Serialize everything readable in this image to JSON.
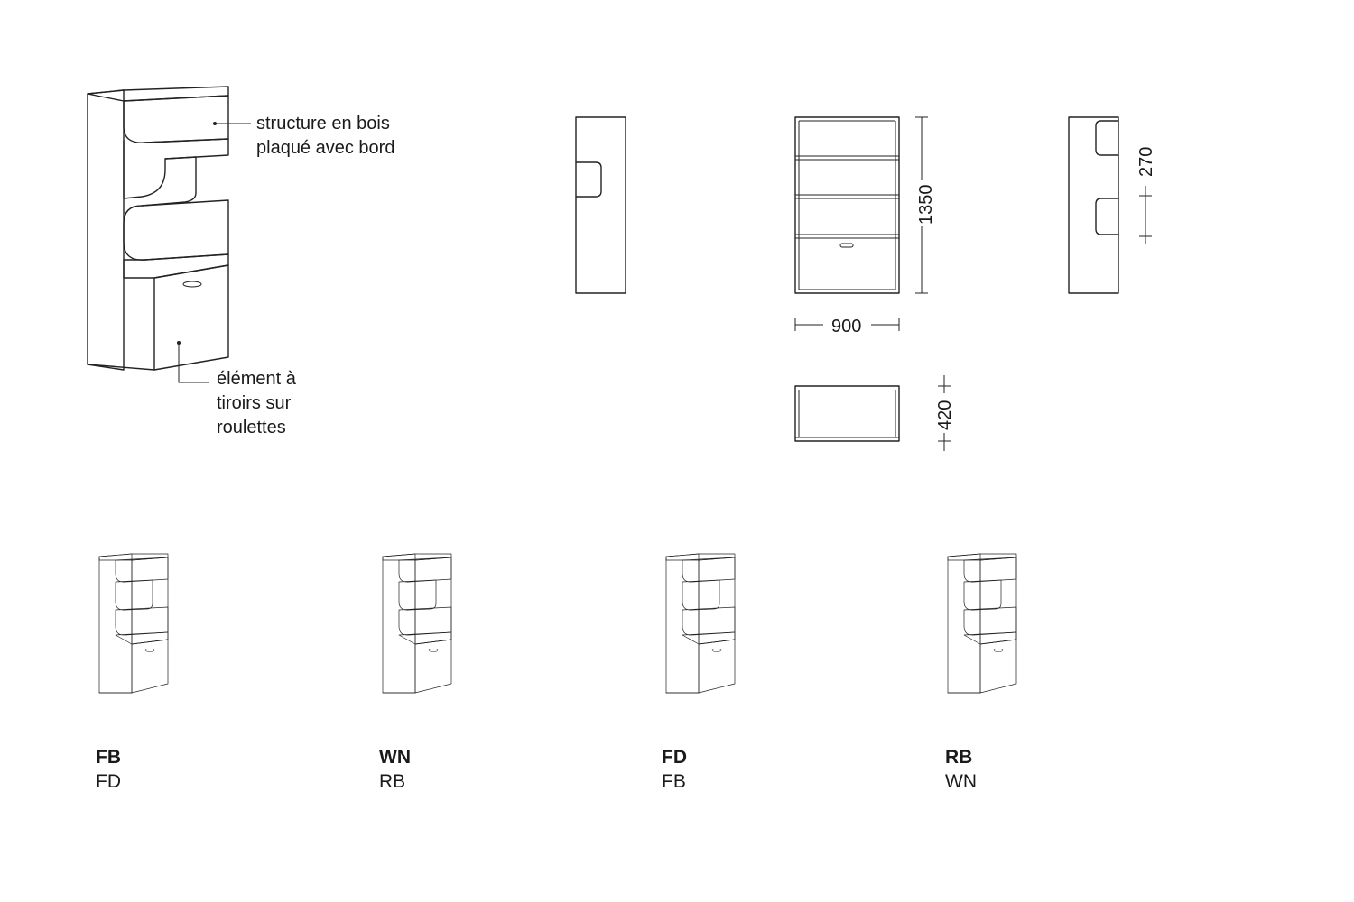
{
  "callouts": {
    "structure": [
      "structure en bois",
      "plaqué avec bord"
    ],
    "drawer": [
      "élément à",
      "tiroirs sur",
      "roulettes"
    ]
  },
  "dimensions": {
    "height": "1350",
    "width": "900",
    "depth": "420",
    "module": "270"
  },
  "variants": [
    {
      "code": "FB",
      "sub": "FD",
      "body": "#ffffff",
      "inner": "#ffffff",
      "front": "#ffffff"
    },
    {
      "code": "WN",
      "sub": "RB",
      "body": "#0d0d0d",
      "inner": "#7a7a7a",
      "front": "#0d0d0d"
    },
    {
      "code": "FD",
      "sub": "FB",
      "body": "#e2dccb",
      "inner": "#ece7da",
      "front": "#ffffff"
    },
    {
      "code": "RB",
      "sub": "WN",
      "body": "#d8d2b6",
      "inner": "#e4dfc8",
      "front": "#2a2a2a"
    }
  ]
}
